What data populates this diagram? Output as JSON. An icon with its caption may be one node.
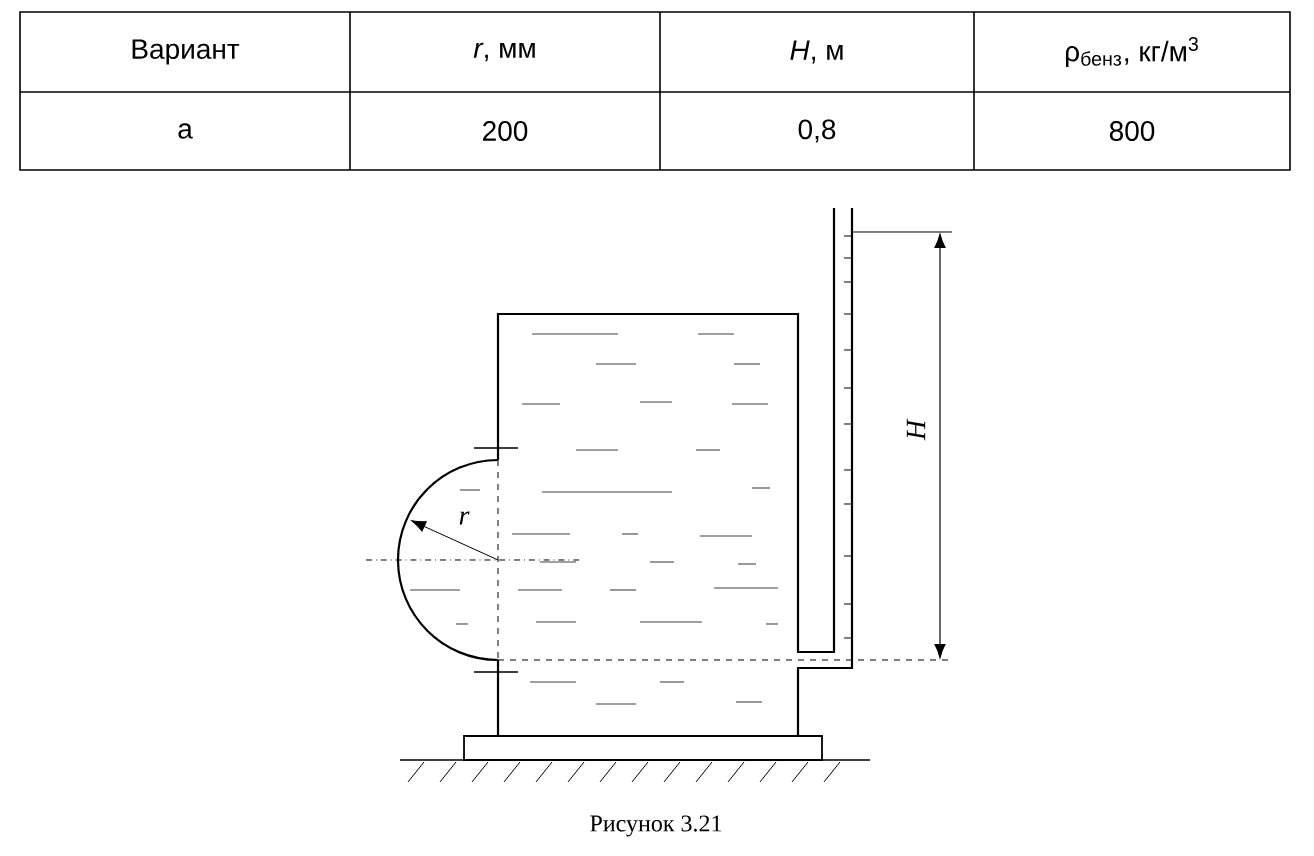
{
  "diagram": {
    "caption": "Рисунок 3.21",
    "labels": [
      "Вариант",
      "*r*, мм",
      "*H*, м",
      "ρ$_{бенз}$, кг/м$^{3}$",
      "а",
      "200",
      "0,8",
      "800",
      "r",
      "H"
    ]
  }
}
